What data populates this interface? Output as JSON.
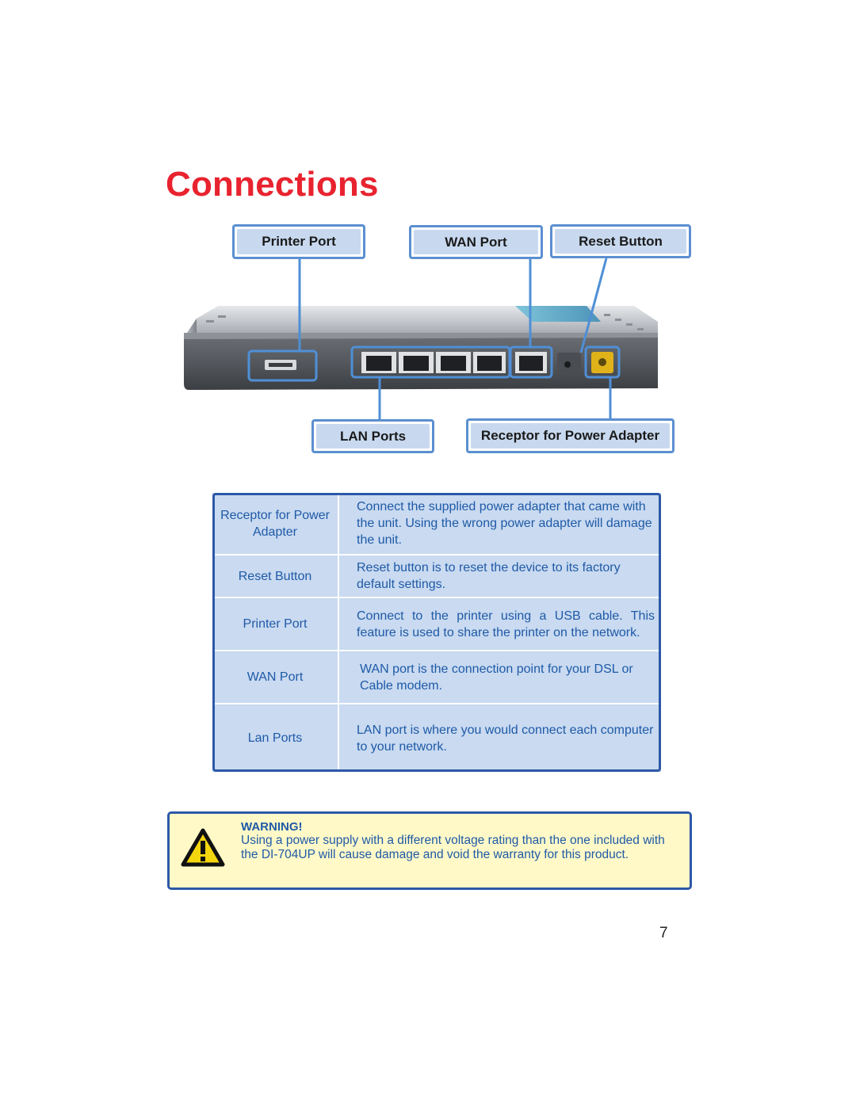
{
  "page": {
    "title": "Connections",
    "page_number": "7"
  },
  "callouts": {
    "printer_port": "Printer Port",
    "wan_port": "WAN Port",
    "reset_button": "Reset Button",
    "lan_ports": "LAN Ports",
    "power_receptor": "Receptor for Power Adapter"
  },
  "table": {
    "rows": [
      {
        "label": "Receptor for Power Adapter",
        "description": "Connect the supplied power adapter that came with the unit. Using the wrong power adapter will damage the unit."
      },
      {
        "label": "Reset Button",
        "description": "Reset button is to reset the device to its factory default settings."
      },
      {
        "label": "Printer Port",
        "description": "Connect  to the printer using a USB cable. This feature is used to share the printer on the network."
      },
      {
        "label": "WAN Port",
        "description": "WAN port is the connection point for your DSL or Cable modem."
      },
      {
        "label": "Lan Ports",
        "description": "LAN port is where you would connect each computer to your network."
      }
    ]
  },
  "warning": {
    "title": "WARNING!",
    "text": "Using a power supply with a different voltage rating than the one included with the DI-704UP will cause damage and void the warranty for this product.",
    "icon": "warning-triangle-icon"
  },
  "colors": {
    "title": "#e8232f",
    "callout_fill": "#c8d9ef",
    "callout_border": "#5b8fd1",
    "table_fill": "#c9daf1",
    "table_text": "#1f5aa6",
    "warning_fill": "#fff9c8"
  }
}
